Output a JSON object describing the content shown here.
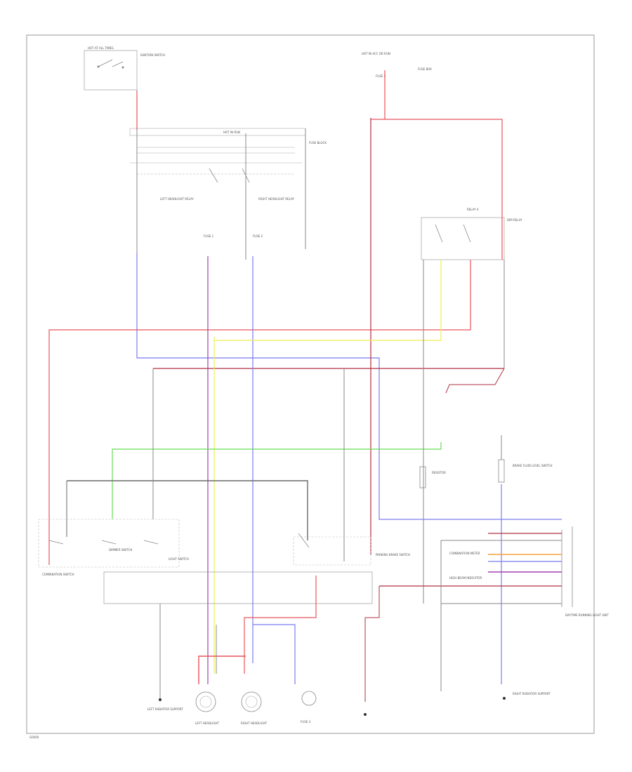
{
  "colors": {
    "red": "#e8545a",
    "darkred": "#b03040",
    "blue": "#7b7bf0",
    "purple": "#a040b0",
    "yellow": "#eeee55",
    "green": "#66dd55",
    "orange": "#f5a040",
    "gray": "#7a7a7a",
    "black": "#222222"
  },
  "labels": {
    "hot_all_times_left": "HOT AT ALL TIMES",
    "ignition_switch": "IGNITION SWITCH",
    "hot_in_run": "HOT IN RUN",
    "hot_acc_or_run": "HOT IN ACC OR RUN",
    "fuse_block": "FUSE BLOCK",
    "fuse_box": "FUSE BOX",
    "left_headlight_relay": "LEFT HEADLIGHT RELAY",
    "right_headlight_relay": "RIGHT HEADLIGHT RELAY",
    "relay_a": "RELAY A",
    "dimmer_switch": "DIMMER SWITCH",
    "combination_switch": "COMBINATION SWITCH",
    "light_switch": "LIGHT SWITCH",
    "left_headlight": "LEFT HEADLIGHT",
    "right_headlight": "RIGHT HEADLIGHT",
    "left_ground": "LEFT RADIATOR SUPPORT",
    "right_ground": "RIGHT RADIATOR SUPPORT",
    "combination_meter": "COMBINATION METER",
    "high_beam_indicator": "HIGH BEAM INDICATOR",
    "parking_brake_switch": "PARKING BRAKE SWITCH",
    "resistor": "RESISTOR",
    "fuse_label_1": "FUSE 1",
    "fuse_label_2": "FUSE 2",
    "fuse_label_3": "FUSE 3",
    "fuse_label_4": "FUSE 4",
    "brake_fluid_level": "BRAKE FLUID LEVEL SWITCH",
    "dim_relay": "DIM RELAY",
    "daytime_running_light_unit": "DAYTIME RUNNING LIGHT UNIT",
    "footer_code": "G0000"
  }
}
